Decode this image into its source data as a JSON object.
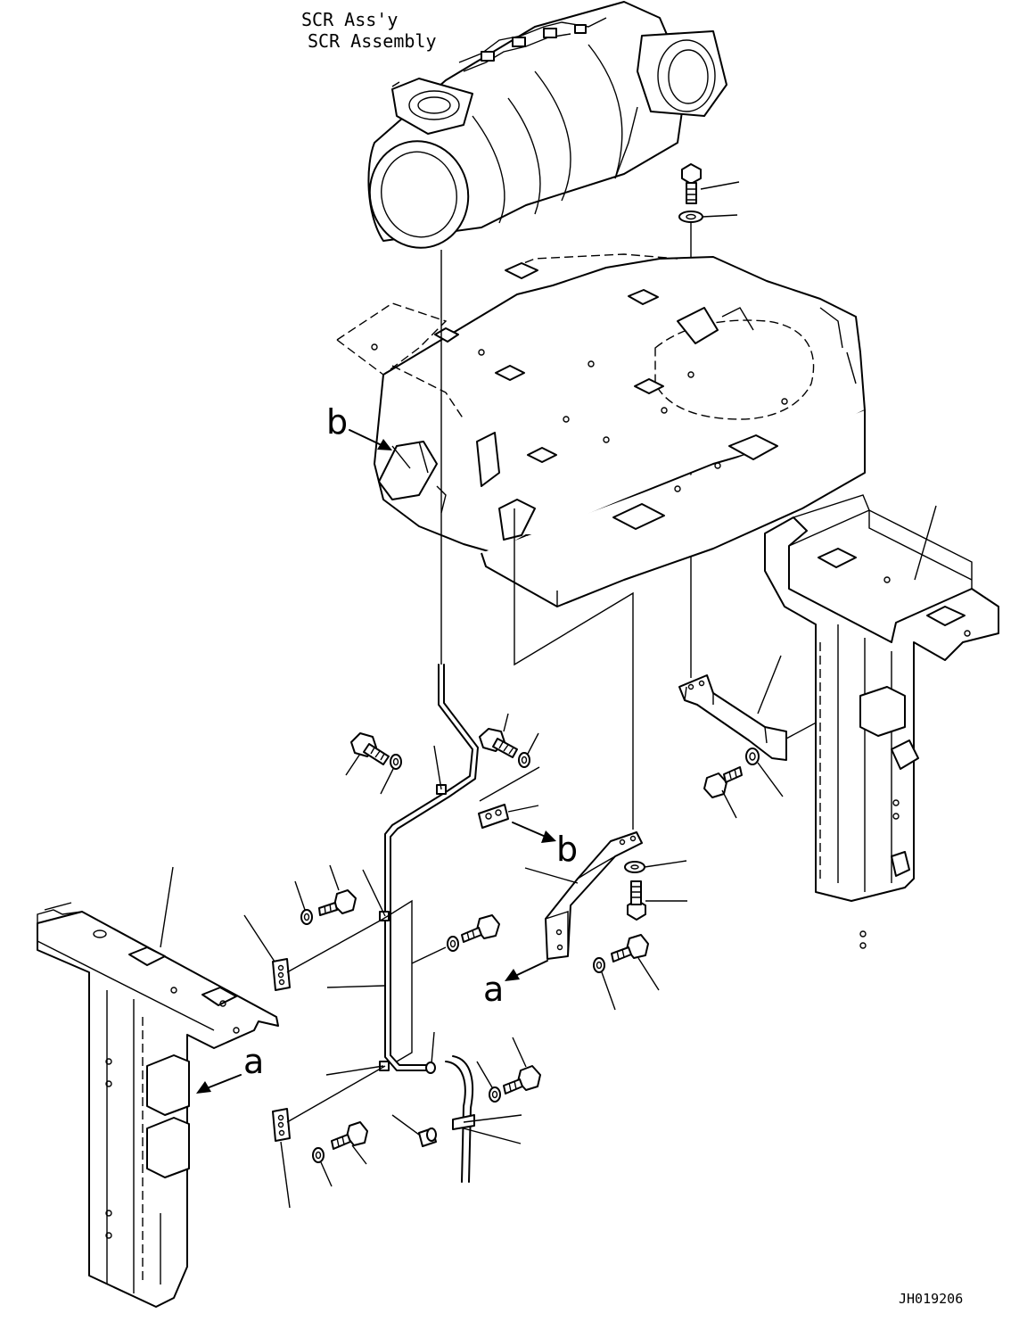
{
  "diagram": {
    "title_line1": "SCR Ass'y",
    "title_line2": "SCR Assembly",
    "view_labels": {
      "b_top": "b",
      "b_bracket": "b",
      "a_bracket": "a",
      "a_left": "a"
    },
    "drawing_code": "JH019206"
  }
}
